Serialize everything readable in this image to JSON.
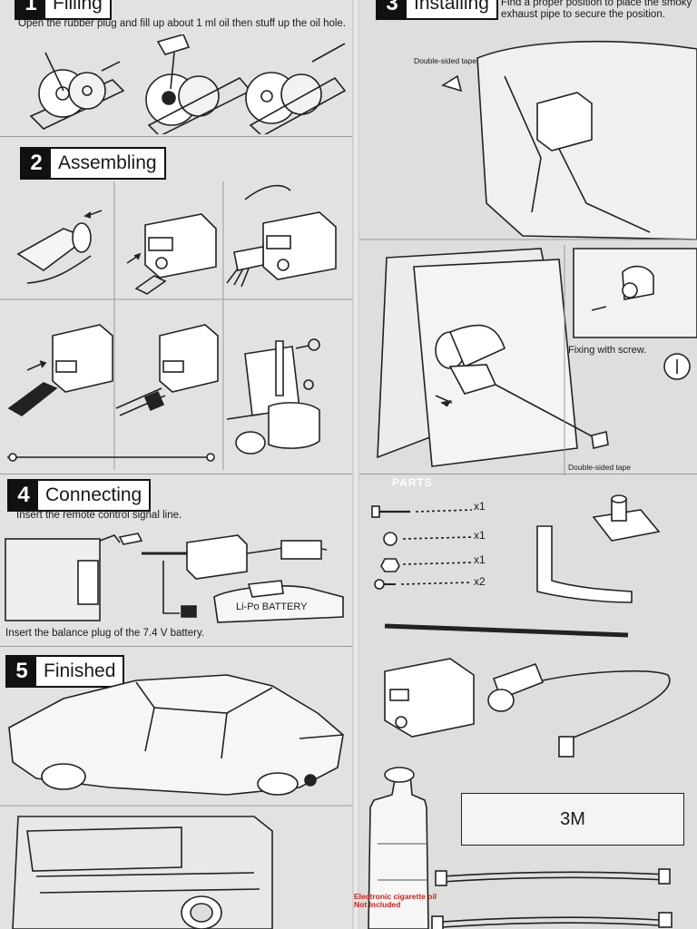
{
  "sections": {
    "filling": {
      "num": "1",
      "title": "Filling",
      "text": "Open the rubber plug and fill up about 1 ml oil then stuff up the oil hole."
    },
    "installing": {
      "num": "3",
      "title": "Installing",
      "text_line1": "Find a proper position to place the smoky",
      "text_line2": "exhaust pipe to secure the position.",
      "tape_label_top": "Double-sided tape",
      "tape_label_bottom": "Double-sided tape",
      "screw_label": "Fixing with screw."
    },
    "assembling": {
      "num": "2",
      "title": "Assembling"
    },
    "connecting": {
      "num": "4",
      "title": "Connecting",
      "text_top": "Insert the remote control signal line.",
      "text_bottom": "Insert the balance plug of the 7.4 V battery.",
      "battery_label": "Li-Po BATTERY"
    },
    "finished": {
      "num": "5",
      "title": "Finished"
    },
    "parts": {
      "title": "PARTS",
      "qty": [
        "x1",
        "x1",
        "x1",
        "x2"
      ],
      "tape": "3M",
      "oil_note_line1": "Electronic cigarette oil",
      "oil_note_line2": "Not Included"
    }
  },
  "colors": {
    "note": "#d0201a",
    "ink": "#1a1a1a",
    "paper": "#e2e2e0"
  }
}
